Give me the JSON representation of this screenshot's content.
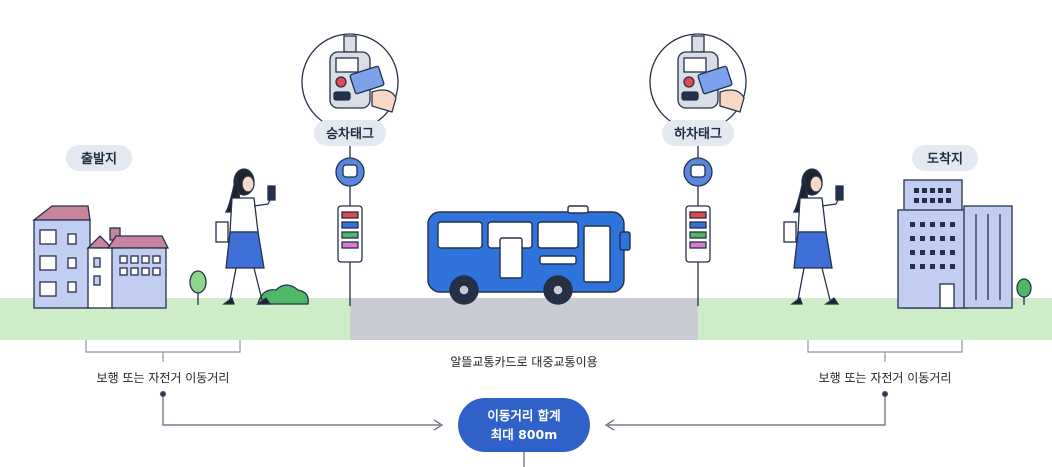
{
  "labels": {
    "origin": "출발지",
    "destination": "도착지",
    "board_tag": "승차태그",
    "alight_tag": "하차태그",
    "walk_left": "보행 또는 자전거 이동거리",
    "walk_right": "보행 또는 자전거 이동거리",
    "transit": "알뜰교통카드로 대중교통이용",
    "sum_line1": "이동거리 합계",
    "sum_line2": "최대 800m"
  },
  "icons": {
    "card_reader": "card-reader-icon",
    "bus_stop": "bus-stop-sign-icon",
    "bus": "bus-icon",
    "person": "walking-woman-icon",
    "building": "building-icon",
    "tree": "tree-icon"
  },
  "colors": {
    "ground": "#cdecc7",
    "road": "#c9ccd3",
    "pill": "#e4e8f1",
    "bus": "#2f74dc",
    "sum_bg": "#2f61c9",
    "building": "#c2cdf2",
    "roof": "#c8839e",
    "outline": "#25304a"
  }
}
